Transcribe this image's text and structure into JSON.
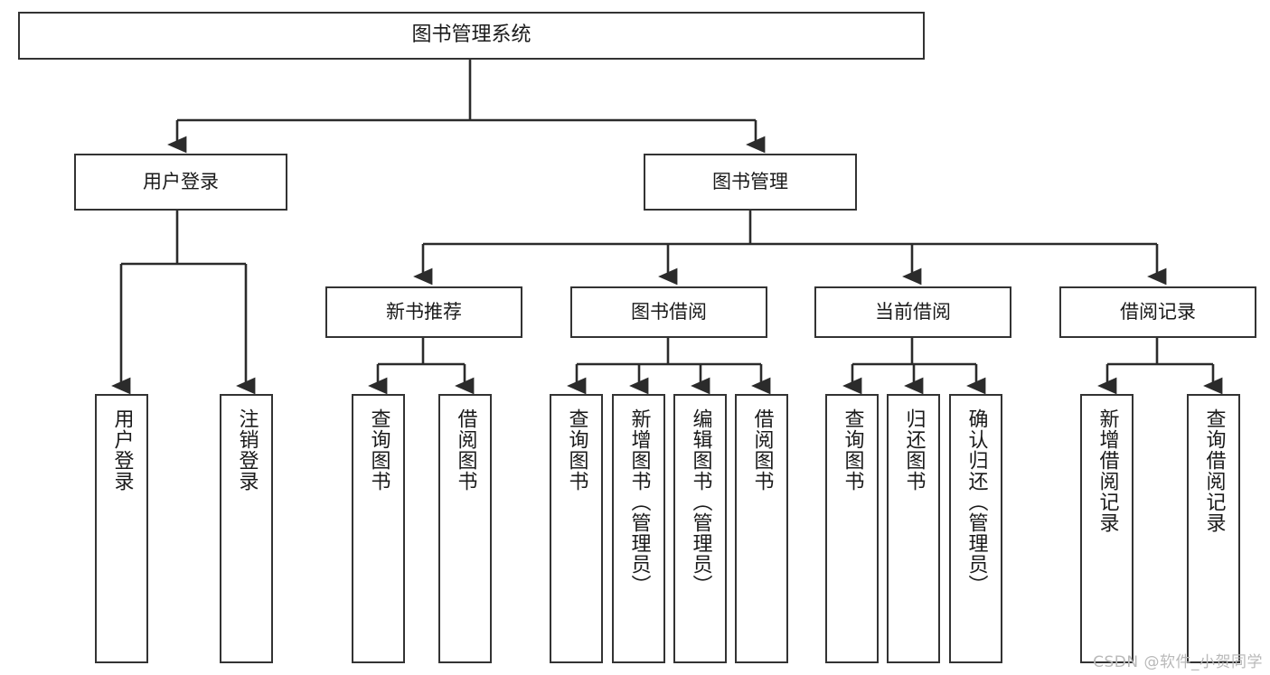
{
  "diagram": {
    "title": "图书管理系统",
    "watermark": "CSDN @软件_小贺同学",
    "colors": {
      "box_border": "#333333",
      "box_fill": "#ffffff",
      "edge": "#2b2b2b",
      "text": "#1a1a1a",
      "watermark": "#b9b9b9",
      "background": "#ffffff"
    },
    "levels": {
      "level1": "图书管理系统",
      "level2": [
        "用户登录",
        "图书管理"
      ],
      "level3": [
        "新书推荐",
        "图书借阅",
        "当前借阅",
        "借阅记录"
      ]
    },
    "nodes": {
      "root": {
        "label": "图书管理系统"
      },
      "user_login": {
        "label": "用户登录"
      },
      "book_manage": {
        "label": "图书管理"
      },
      "new_book_rec": {
        "label": "新书推荐"
      },
      "book_borrow": {
        "label": "图书借阅"
      },
      "current_borrow": {
        "label": "当前借阅"
      },
      "borrow_record": {
        "label": "借阅记录"
      },
      "leaf_user_login": {
        "label": "用户登录"
      },
      "leaf_logout": {
        "label": "注销登录"
      },
      "leaf_query_book_a": {
        "label": "查询图书"
      },
      "leaf_borrow_book_a": {
        "label": "借阅图书"
      },
      "leaf_query_book_b": {
        "label": "查询图书"
      },
      "leaf_add_book": {
        "label": "新增图书（管理员）"
      },
      "leaf_edit_book": {
        "label": "编辑图书（管理员）"
      },
      "leaf_borrow_book_b": {
        "label": "借阅图书"
      },
      "leaf_query_book_c": {
        "label": "查询图书"
      },
      "leaf_return_book": {
        "label": "归还图书"
      },
      "leaf_confirm_return": {
        "label": "确认归还（管理员）"
      },
      "leaf_add_record": {
        "label": "新增借阅记录"
      },
      "leaf_query_record": {
        "label": "查询借阅记录"
      }
    }
  }
}
